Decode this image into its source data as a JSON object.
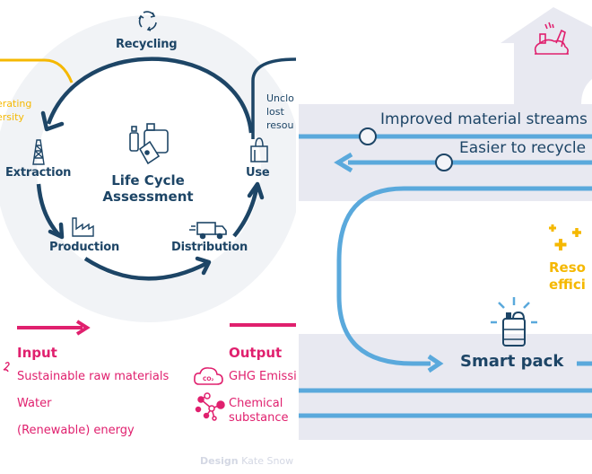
{
  "left_panel": {
    "center_title_line1": "Life Cycle",
    "center_title_line2": "Assessment",
    "stages": {
      "recycling": "Recycling",
      "extraction": "Extraction",
      "production": "Production",
      "distribution": "Distribution",
      "use": "Use"
    },
    "side_yellow_line1": "erating",
    "side_yellow_line2": "ersity",
    "side_right_line1": "Unclo",
    "side_right_line2": "lost",
    "side_right_line3": "resou",
    "input": {
      "heading": "Input",
      "items": [
        "Sustainable raw materials",
        "Water",
        "(Renewable) energy"
      ]
    },
    "output": {
      "heading": "Output",
      "items": [
        "GHG Emissi",
        "Chemical",
        "substance"
      ]
    },
    "credit_bold": "Design",
    "credit_name": "Kate Snow",
    "icons": {
      "recycling": "recycle-icon",
      "extraction": "oil-rig-icon",
      "production": "factory-icon",
      "distribution": "truck-icon",
      "use": "shopping-bag-icon",
      "center": "packaging-icon",
      "co2": "co2-cloud-icon",
      "chemical": "molecule-icon"
    }
  },
  "right_panel": {
    "stream_label_1": "Improved material streams",
    "stream_label_2": "Easier to recycle",
    "resource_line1": "Reso",
    "resource_line2": "effici",
    "smart_pack": "Smart pack",
    "icons": {
      "top": "landfill-waste-icon",
      "sparkle": "sparkle-plus-icon",
      "smart_pack": "smart-container-icon"
    }
  },
  "colors": {
    "navy": "#1d4566",
    "pink": "#e0206e",
    "yellow": "#f5b800",
    "blue": "#5aa9dc",
    "ring_gray": "#f1f3f6",
    "band_gray": "#e8e9f1"
  }
}
